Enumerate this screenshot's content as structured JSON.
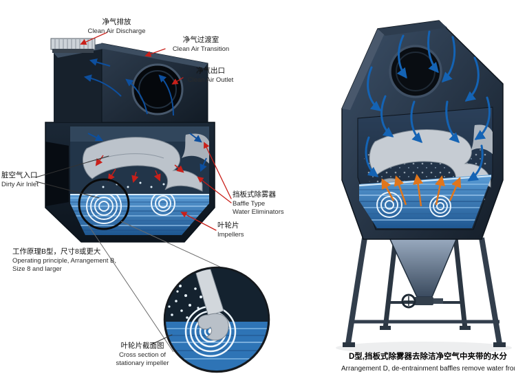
{
  "left": {
    "labels": {
      "discharge": {
        "zh": "净气排放",
        "en": "Clean Air Discharge"
      },
      "transition": {
        "zh": "净气过渡室",
        "en": "Clean Air Transition"
      },
      "outlet": {
        "zh": "净气出口",
        "en": "Clean Air Outlet"
      },
      "dirty_inlet": {
        "zh": "脏空气入口",
        "en": "Dirty Air Inlet"
      },
      "baffle": {
        "zh": "挡板式除雾器",
        "en1": "Baffle Type",
        "en2": "Water Eliminators"
      },
      "impellers": {
        "zh": "叶轮片",
        "en": "Impellers"
      },
      "principle": {
        "zh": "工作原理B型，尺寸8或更大",
        "en1": "Operating principle, Arrangement B,",
        "en2": "Size 8 and larger"
      },
      "cross_section": {
        "zh": "叶轮片截面图",
        "en1": "Cross section of",
        "en2": "stationary impeller"
      }
    }
  },
  "right": {
    "caption": {
      "zh": "D型,挡板式除雾器去除洁净空气中夹带的水分",
      "en": "Arrangement D, de-entrainment baffles remove water from th"
    }
  },
  "colors": {
    "leader_red": "#c9201a",
    "flow_blue": "#1463b4",
    "flow_orange": "#e0761c",
    "water_blue": "#2e74b6",
    "machine_dark": "#1a2430"
  }
}
